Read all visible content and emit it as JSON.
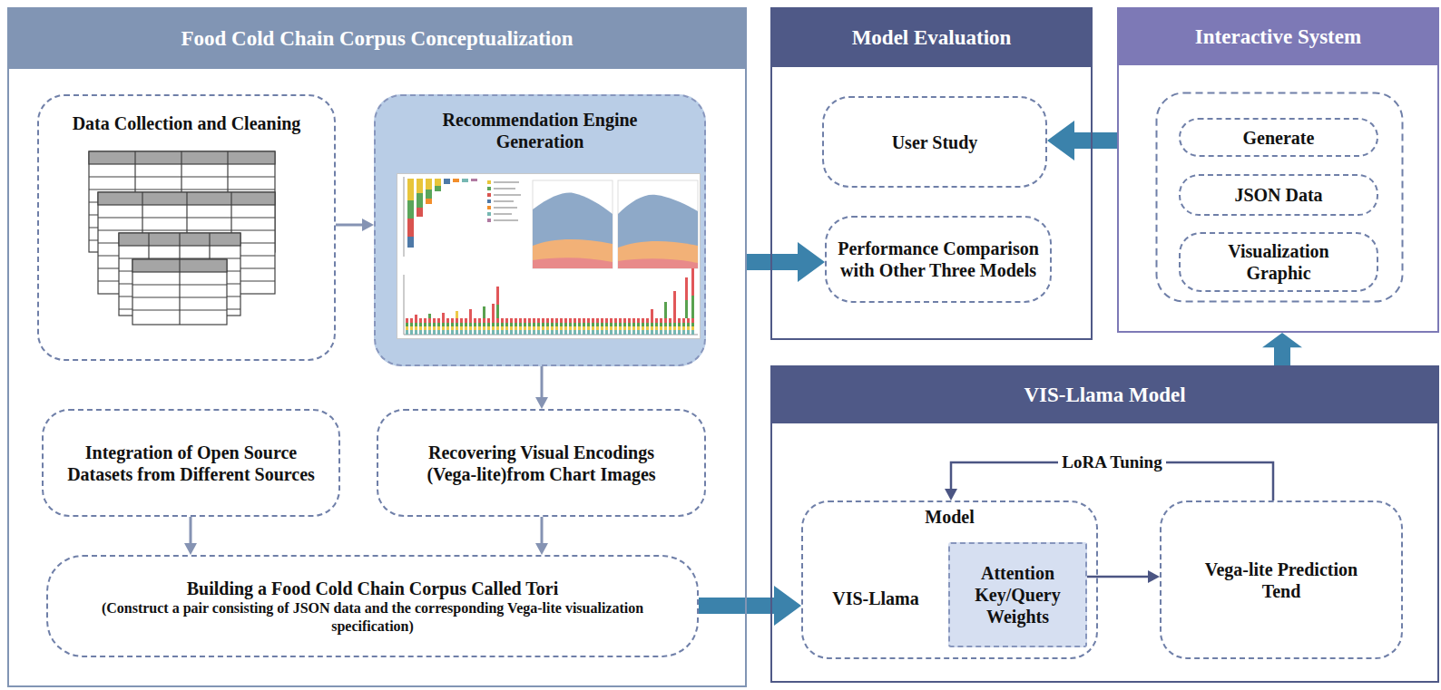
{
  "diagram": {
    "nodes": [
      {
        "text": [
          "Food Cold Chain Corpus Conceptualization"
        ]
      },
      {
        "text": [
          "Data Collection and Cleaning"
        ],
        "in": 0
      },
      {
        "text": [
          "Recommendation Engine Generation"
        ],
        "in": 0
      },
      {
        "text": [
          "Integration of Open Source Datasets from Different Sources"
        ],
        "in": 0
      },
      {
        "text": [
          "Recovering Visual Encodings (Vega-lite)from Chart Images"
        ],
        "in": 0
      },
      {
        "text": [
          "Building a Food Cold Chain Corpus Called Tori",
          "(Construct a pair consisting of JSON data and the corresponding Vega-lite visualization specification)"
        ],
        "in": 0
      },
      {
        "text": [
          "Model Evaluation"
        ]
      },
      {
        "text": [
          "User Study"
        ],
        "in": 6
      },
      {
        "text": [
          "Performance Comparison with Other Three Models"
        ],
        "in": 6
      },
      {
        "text": [
          "Interactive System"
        ]
      },
      {
        "text": [
          "Generate"
        ],
        "in": 9
      },
      {
        "text": [
          "JSON Data"
        ],
        "in": 9
      },
      {
        "text": [
          "Visualization Graphic"
        ],
        "in": 9
      },
      {
        "text": [
          "VIS-Llama Model"
        ]
      },
      {
        "text": [
          "Model",
          "VIS-Llama"
        ],
        "in": 13
      },
      {
        "text": [
          "Attention Key/Query Weights"
        ],
        "in": 14
      },
      {
        "text": [
          "Vega-lite Prediction Tend"
        ],
        "in": 13
      }
    ],
    "edges": [
      {
        "from": 1,
        "to": 2,
        "arrow": "to"
      },
      {
        "from": 2,
        "to": 4,
        "arrow": "to"
      },
      {
        "from": 3,
        "to": 5,
        "arrow": "to"
      },
      {
        "from": 4,
        "to": 5,
        "arrow": "to"
      },
      {
        "from": 5,
        "to": 14,
        "arrow": "to"
      },
      {
        "from": 0,
        "to": 8,
        "arrow": "to"
      },
      {
        "from": 9,
        "to": 7,
        "arrow": "to"
      },
      {
        "from": 13,
        "to": 9,
        "arrow": "to"
      },
      {
        "from": 16,
        "to": 14,
        "label": "LoRA Tuning",
        "arrow": "to"
      },
      {
        "from": 15,
        "to": 16,
        "arrow": "to"
      }
    ]
  }
}
